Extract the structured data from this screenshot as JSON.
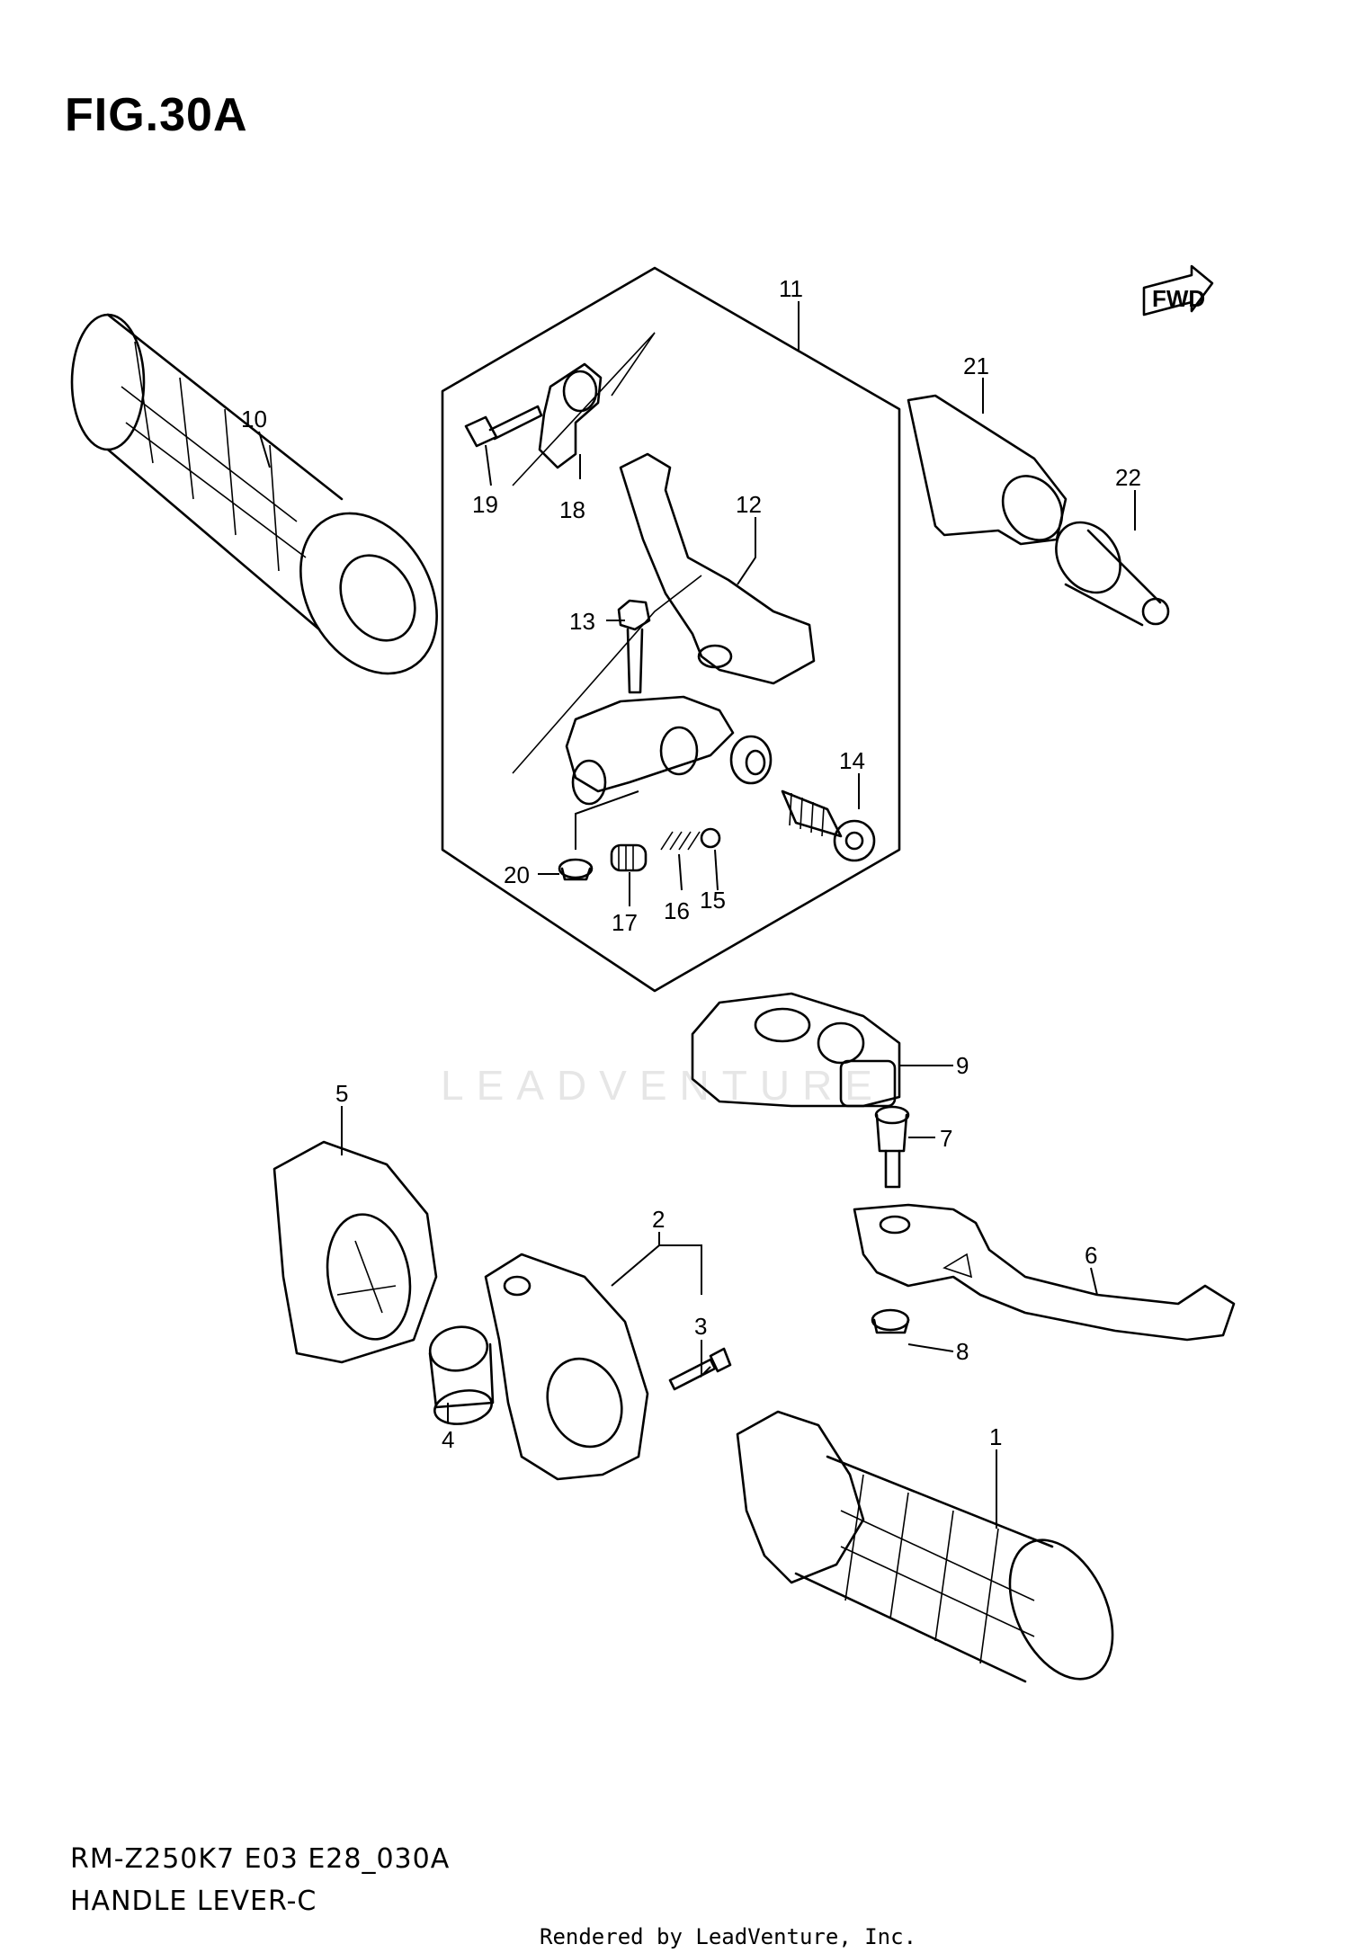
{
  "figure": {
    "title": "FIG.30A"
  },
  "footer": {
    "model_code": "RM-Z250K7 E03 E28_030A",
    "section_name": "HANDLE LEVER-C",
    "rendered_by": "Rendered by LeadVenture, Inc."
  },
  "watermark": {
    "text": "LEADVENTURE"
  },
  "fwd_badge": {
    "text": "FWD"
  },
  "callouts": [
    {
      "number": "1"
    },
    {
      "number": "2"
    },
    {
      "number": "3"
    },
    {
      "number": "4"
    },
    {
      "number": "5"
    },
    {
      "number": "6"
    },
    {
      "number": "7"
    },
    {
      "number": "8"
    },
    {
      "number": "9"
    },
    {
      "number": "10"
    },
    {
      "number": "11"
    },
    {
      "number": "12"
    },
    {
      "number": "13"
    },
    {
      "number": "14"
    },
    {
      "number": "15"
    },
    {
      "number": "16"
    },
    {
      "number": "17"
    },
    {
      "number": "18"
    },
    {
      "number": "19"
    },
    {
      "number": "20"
    },
    {
      "number": "21"
    },
    {
      "number": "22"
    }
  ]
}
